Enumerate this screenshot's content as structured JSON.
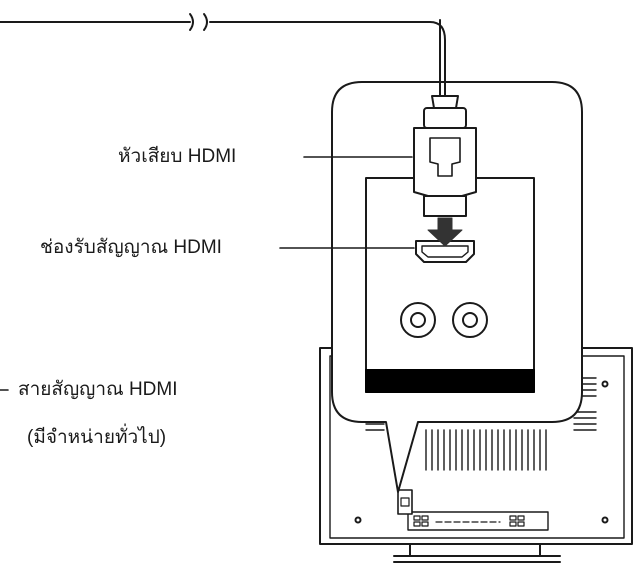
{
  "labels": {
    "plug": "หัวเสียบ HDMI",
    "port": "ช่องรับสัญญาณ HDMI",
    "cable_line1": "สายสัญญาณ HDMI",
    "cable_line2": "(มีจำหน่ายทั่วไป)"
  },
  "colors": {
    "line": "#1a1a1a",
    "panel_fill": "#ffffff",
    "bar": "#000000"
  }
}
